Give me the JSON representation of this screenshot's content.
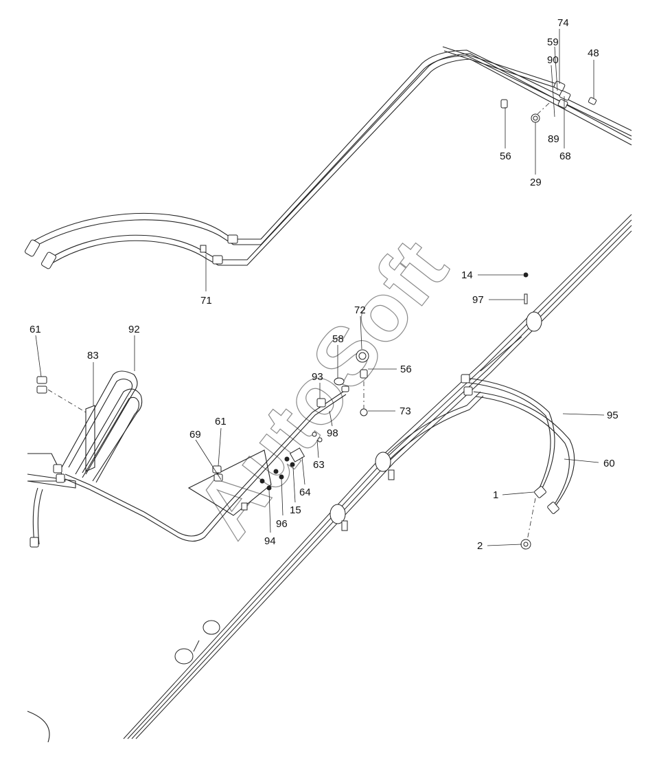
{
  "watermark": "AutoSoft",
  "callouts": [
    {
      "id": "c74",
      "text": "74"
    },
    {
      "id": "c59",
      "text": "59"
    },
    {
      "id": "c90",
      "text": "90"
    },
    {
      "id": "c48",
      "text": "48"
    },
    {
      "id": "c89",
      "text": "89"
    },
    {
      "id": "c68",
      "text": "68"
    },
    {
      "id": "c56a",
      "text": "56"
    },
    {
      "id": "c29",
      "text": "29"
    },
    {
      "id": "c71",
      "text": "71"
    },
    {
      "id": "c14",
      "text": "14"
    },
    {
      "id": "c97",
      "text": "97"
    },
    {
      "id": "c72",
      "text": "72"
    },
    {
      "id": "c58",
      "text": "58"
    },
    {
      "id": "c56b",
      "text": "56"
    },
    {
      "id": "c93",
      "text": "93"
    },
    {
      "id": "c73",
      "text": "73"
    },
    {
      "id": "c61a",
      "text": "61"
    },
    {
      "id": "c92",
      "text": "92"
    },
    {
      "id": "c83",
      "text": "83"
    },
    {
      "id": "c95",
      "text": "95"
    },
    {
      "id": "c98",
      "text": "98"
    },
    {
      "id": "c61b",
      "text": "61"
    },
    {
      "id": "c69",
      "text": "69"
    },
    {
      "id": "c63",
      "text": "63"
    },
    {
      "id": "c60",
      "text": "60"
    },
    {
      "id": "c64",
      "text": "64"
    },
    {
      "id": "c15",
      "text": "15"
    },
    {
      "id": "c1",
      "text": "1"
    },
    {
      "id": "c96",
      "text": "96"
    },
    {
      "id": "c94",
      "text": "94"
    },
    {
      "id": "c2",
      "text": "2"
    }
  ]
}
